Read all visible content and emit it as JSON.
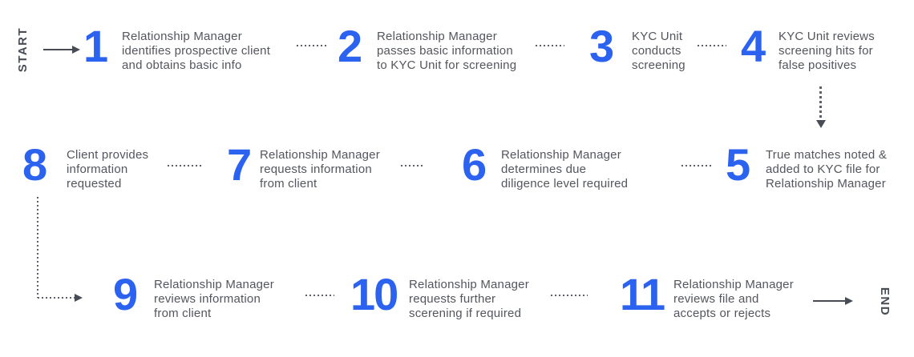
{
  "labels": {
    "start": "START",
    "end": "END"
  },
  "steps": [
    {
      "number": "1",
      "lines": [
        "Relationship Manager",
        "identifies prospective client",
        "and obtains basic info"
      ]
    },
    {
      "number": "2",
      "lines": [
        "Relationship Manager",
        "passes basic information",
        "to KYC Unit for screening"
      ]
    },
    {
      "number": "3",
      "lines": [
        "KYC Unit",
        "conducts",
        "screening"
      ]
    },
    {
      "number": "4",
      "lines": [
        "KYC Unit reviews",
        "screening hits for",
        "false positives"
      ]
    },
    {
      "number": "5",
      "lines": [
        "True matches noted &",
        "added to KYC file for",
        "Relationship Manager"
      ]
    },
    {
      "number": "6",
      "lines": [
        "Relationship Manager",
        "determines due",
        "diligence level required"
      ]
    },
    {
      "number": "7",
      "lines": [
        "Relationship Manager",
        "requests information",
        "from client"
      ]
    },
    {
      "number": "8",
      "lines": [
        "Client provides",
        "information",
        "requested"
      ]
    },
    {
      "number": "9",
      "lines": [
        "Relationship Manager",
        "reviews information",
        "from client"
      ]
    },
    {
      "number": "10",
      "lines": [
        "Relationship Manager",
        "requests further",
        "scerening if required"
      ]
    },
    {
      "number": "11",
      "lines": [
        "Relationship Manager",
        "reviews file and",
        "accepts or rejects"
      ]
    }
  ],
  "colors": {
    "accent_blue": "#2b62f0",
    "body_text": "#54565e",
    "dark_arrow": "#474c55",
    "dotted_line": "#5d606a",
    "background": "#ffffff"
  }
}
